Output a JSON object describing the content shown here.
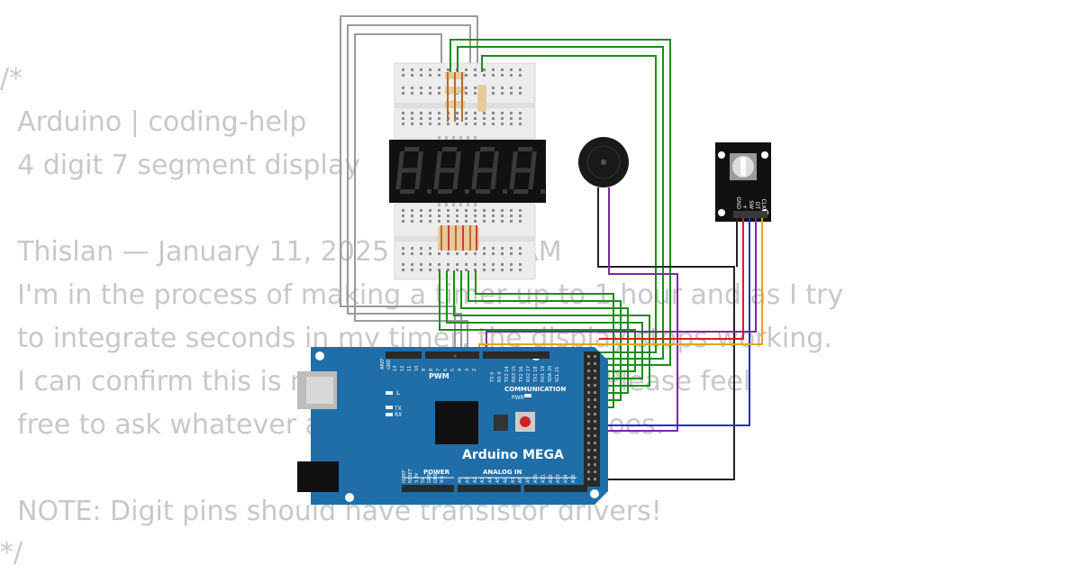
{
  "code_comment": {
    "lines": [
      "/*",
      "  Arduino | coding-help",
      "  4 digit 7 segment display",
      "",
      "  Thislan — January 11, 2025 at 11:59 AM",
      "  I'm in the process of making a timer up to 1 hour and as I try",
      "  to integrate seconds in my timer, the display stops working.",
      "  I can confirm this is not an electrical issue. Please feel",
      "  free to ask whatever about what my code does.",
      "",
      "  NOTE: Digit pins should have transistor drivers!",
      "*/"
    ]
  },
  "board": {
    "name": "Arduino MEGA",
    "section_pwm": "PWM",
    "section_communication": "COMMUNICATION",
    "section_power": "POWER",
    "section_analog": "ANALOG IN",
    "led_l": "L",
    "led_tx": "TX",
    "led_rx": "RX",
    "led_pwr": "PWR",
    "aref": "AREF",
    "gnd": "GND",
    "pwm_pins": [
      "13",
      "12",
      "11",
      "10",
      "9",
      "8",
      "7",
      "6",
      "5",
      "4",
      "3",
      "2"
    ],
    "comm_pins": [
      "TX 0",
      "RX 0",
      "TX3 14",
      "RX3 15",
      "TX2 16",
      "RX2 17",
      "TX1 18",
      "RX1 19",
      "SDA 20",
      "SCL 21"
    ],
    "power_pins": [
      "IOREF",
      "RESET",
      "3.3V",
      "5V",
      "GND",
      "GND",
      "Vin"
    ],
    "analog_pins": [
      "A0",
      "A1",
      "A2",
      "A3",
      "A4",
      "A5",
      "A6",
      "A7",
      "A8",
      "A9",
      "A10",
      "A11",
      "A12",
      "A13",
      "A14",
      "A15"
    ]
  },
  "encoder": {
    "pins": [
      "GND",
      "+",
      "SW",
      "DT",
      "CLK"
    ]
  },
  "display": {
    "digits": "8888"
  },
  "colors": {
    "board": "#1f6ea8",
    "wire_green": "#1a8c1a",
    "wire_gray": "#9a9a9a",
    "wire_black": "#222222",
    "wire_red": "#d42020",
    "wire_purple": "#7a2a9a",
    "wire_blue": "#2a2ad0",
    "wire_orange": "#e8a020",
    "segment_off": "#3a3a3a"
  }
}
